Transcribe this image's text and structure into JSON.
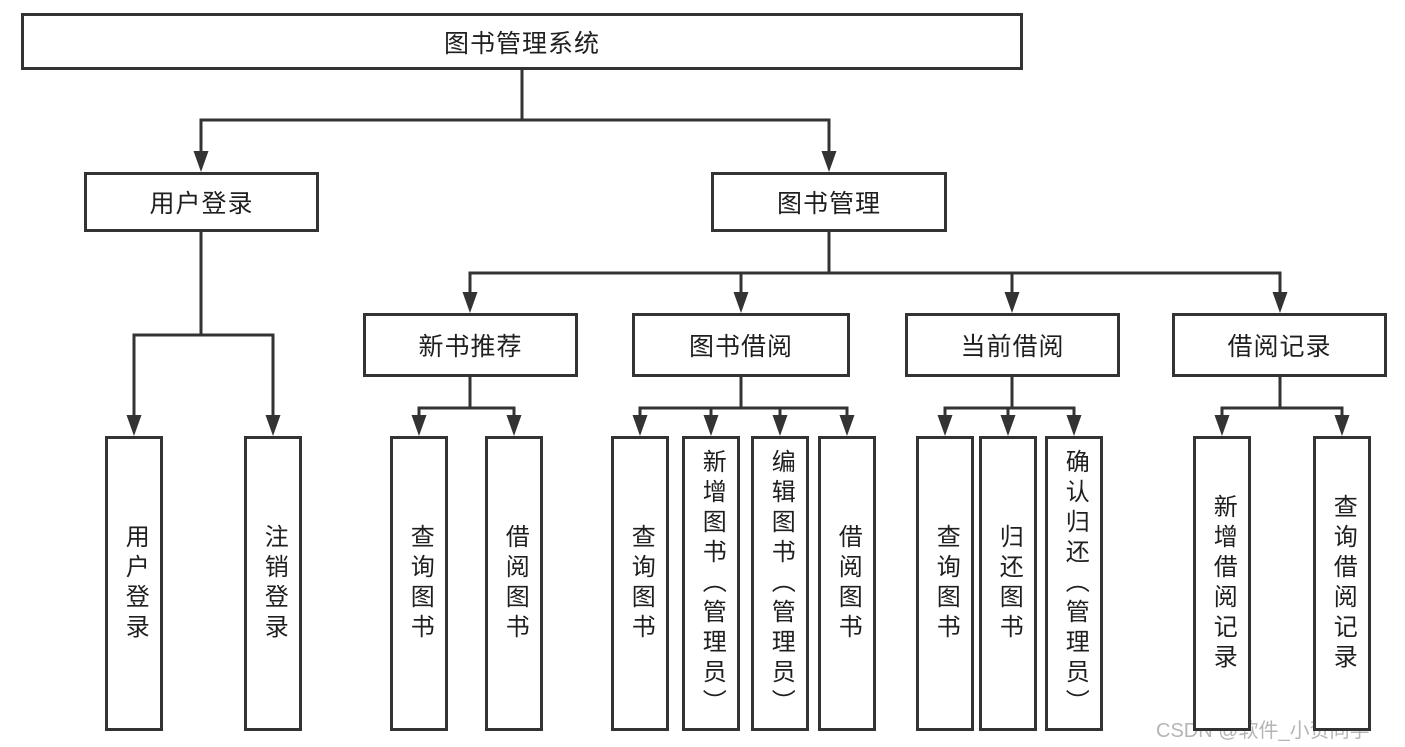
{
  "colors": {
    "line": "#333333",
    "text": "#1f1f1f",
    "watermark": "#b5b5b5",
    "background": "#ffffff"
  },
  "tree": {
    "root": "图书管理系统",
    "children": [
      {
        "label": "用户登录",
        "children": [
          {
            "label": "用户登录"
          },
          {
            "label": "注销登录"
          }
        ]
      },
      {
        "label": "图书管理",
        "children": [
          {
            "label": "新书推荐",
            "children": [
              {
                "label": "查询图书"
              },
              {
                "label": "借阅图书"
              }
            ]
          },
          {
            "label": "图书借阅",
            "children": [
              {
                "label": "查询图书"
              },
              {
                "label": "新增图书（管理员）"
              },
              {
                "label": "编辑图书（管理员）"
              },
              {
                "label": "借阅图书"
              }
            ]
          },
          {
            "label": "当前借阅",
            "children": [
              {
                "label": "查询图书"
              },
              {
                "label": "归还图书"
              },
              {
                "label": "确认归还（管理员）"
              }
            ]
          },
          {
            "label": "借阅记录",
            "children": [
              {
                "label": "新增借阅记录"
              },
              {
                "label": "查询借阅记录"
              }
            ]
          }
        ]
      }
    ]
  },
  "watermark": {
    "text": "CSDN @软件_小贺同学"
  }
}
